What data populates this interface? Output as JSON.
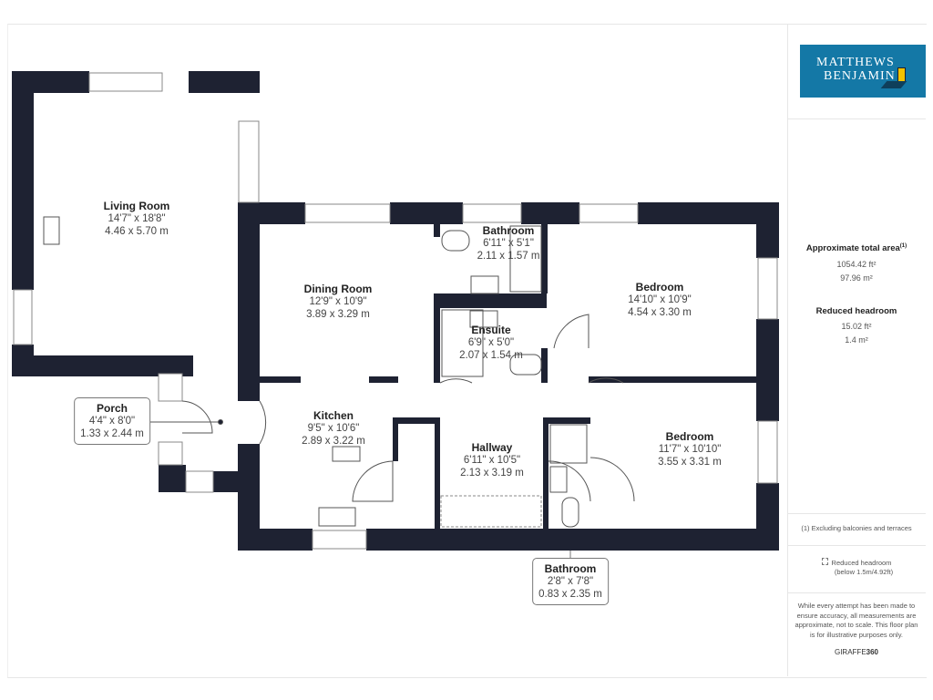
{
  "brand": {
    "line1": "MATTHEWS",
    "line2": "BENJAMIN",
    "accent": "#1478a6",
    "door_color": "#f2c200"
  },
  "rooms": [
    {
      "name": "Living Room",
      "imperial": "14'7\" x 18'8\"",
      "metric": "4.46 x 5.70 m"
    },
    {
      "name": "Dining Room",
      "imperial": "12'9\" x 10'9\"",
      "metric": "3.89 x 3.29 m"
    },
    {
      "name": "Bathroom",
      "imperial": "6'11\" x 5'1\"",
      "metric": "2.11 x 1.57 m"
    },
    {
      "name": "Bedroom",
      "imperial": "14'10\" x 10'9\"",
      "metric": "4.54 x 3.30 m"
    },
    {
      "name": "Ensuite",
      "imperial": "6'9\" x 5'0\"",
      "metric": "2.07 x 1.54 m"
    },
    {
      "name": "Porch",
      "imperial": "4'4\" x 8'0\"",
      "metric": "1.33 x 2.44 m"
    },
    {
      "name": "Kitchen",
      "imperial": "9'5\" x 10'6\"",
      "metric": "2.89 x 3.22 m"
    },
    {
      "name": "Hallway",
      "imperial": "6'11\" x 10'5\"",
      "metric": "2.13 x 3.19 m"
    },
    {
      "name": "Bedroom",
      "imperial": "11'7\" x 10'10\"",
      "metric": "3.55 x 3.31 m"
    },
    {
      "name": "Bathroom",
      "imperial": "2'8\" x 7'8\"",
      "metric": "0.83 x 2.35 m"
    }
  ],
  "summary": {
    "total_label": "Approximate total area",
    "total_note": "(1)",
    "total_ft": "1054.42 ft²",
    "total_m": "97.96 m²",
    "reduced_label": "Reduced headroom",
    "reduced_ft": "15.02 ft²",
    "reduced_m": "1.4 m²"
  },
  "footnotes": {
    "excluding": "(1) Excluding balconies and terraces",
    "legend_line1": "Reduced headroom",
    "legend_line2": "(below 1.5m/4.92ft)",
    "disclaimer": "While every attempt has been made to ensure accuracy, all measurements are approximate, not to scale. This floor plan is for illustrative purposes only.",
    "brand_a": "GIRAFFE",
    "brand_b": "360"
  },
  "wall_color": "#1e2232"
}
